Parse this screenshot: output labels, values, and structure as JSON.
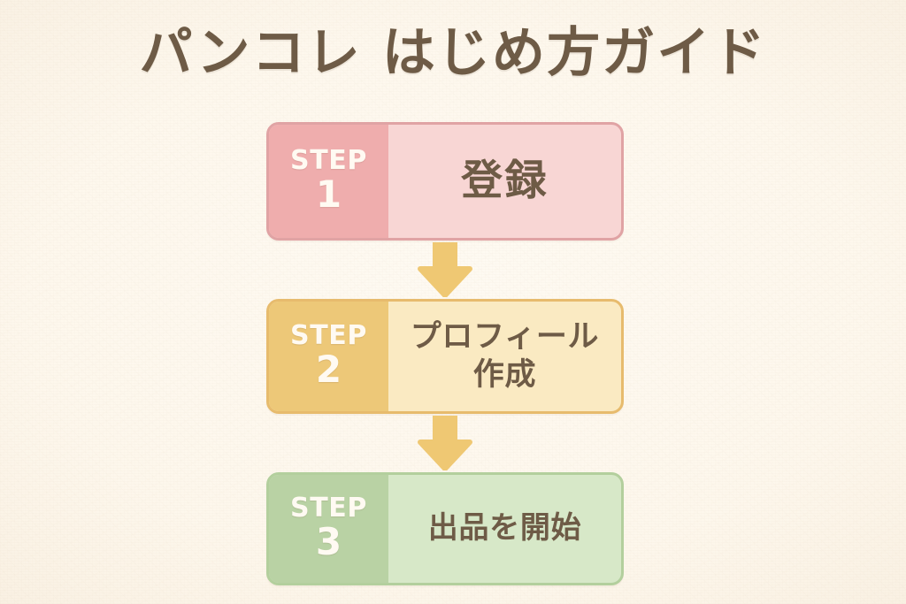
{
  "page": {
    "title": "パンコレ はじめ方ガイド",
    "background_color": "#fdf6ea",
    "title_color": "#6e5b46"
  },
  "flow": {
    "arrow_color": "#efc873",
    "arrow_1_name": "arrow-step1-to-step2",
    "arrow_2_name": "arrow-step2-to-step3",
    "steps": [
      {
        "step_word": "STEP",
        "number": "1",
        "label": "登録",
        "badge_color": "#efadad",
        "panel_color": "#f8d6d4",
        "border_color": "#e0a3a4"
      },
      {
        "step_word": "STEP",
        "number": "2",
        "label": "プロフィール\n作成",
        "badge_color": "#edc878",
        "panel_color": "#faeac2",
        "border_color": "#e7bb6d"
      },
      {
        "step_word": "STEP",
        "number": "3",
        "label": "出品を開始",
        "badge_color": "#b9d2a4",
        "panel_color": "#d7e8c8",
        "border_color": "#b3cf9d"
      }
    ]
  }
}
